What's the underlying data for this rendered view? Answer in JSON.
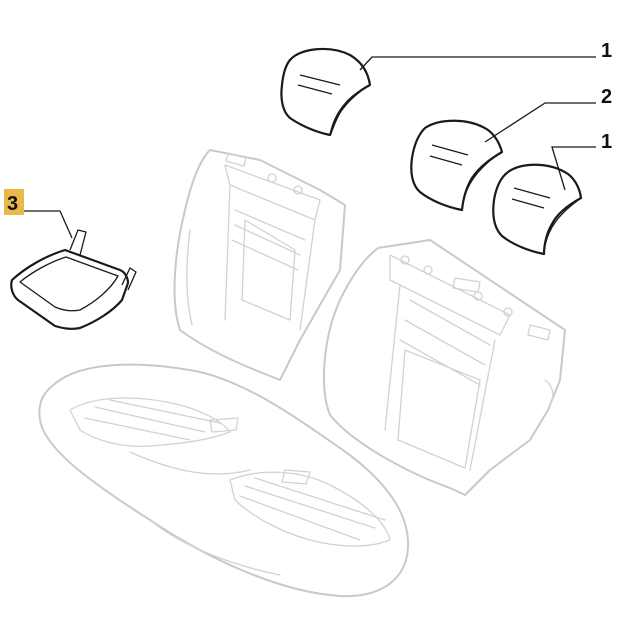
{
  "callouts": {
    "headrest_top": "1",
    "headrest_middle": "2",
    "headrest_right": "1",
    "armrest_cushion": "3"
  },
  "colors": {
    "highlight": "#e8b84a",
    "outline": "#1a1a1a",
    "ghost_outline": "#c9c9c9"
  }
}
